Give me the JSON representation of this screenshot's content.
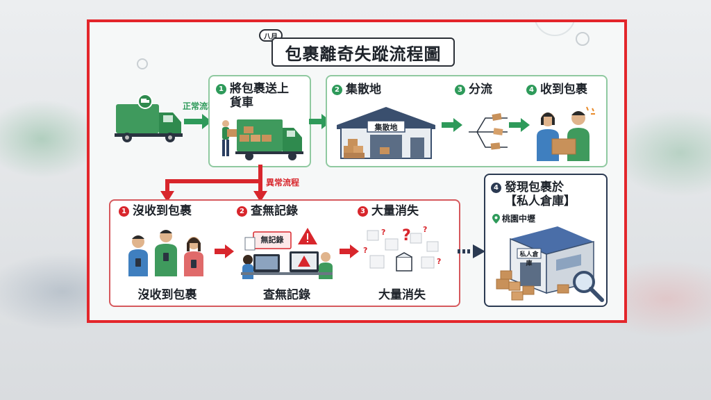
{
  "header": {
    "month_tag": "八月",
    "title": "包裹離奇失蹤流程圖"
  },
  "normal_flow_label": "正常流程",
  "abnormal_flow_label": "異常流程",
  "normal_steps": [
    {
      "num": "1",
      "title_line1": "將包裹送上",
      "title_line2": "貨車"
    },
    {
      "num": "2",
      "title": "集散地",
      "sign": "集散地"
    },
    {
      "num": "3",
      "title": "分流"
    },
    {
      "num": "4",
      "title": "收到包裹"
    }
  ],
  "abnormal_steps": [
    {
      "num": "1",
      "title": "沒收到包裹",
      "caption": "沒收到包裹"
    },
    {
      "num": "2",
      "title": "查無記錄",
      "caption": "查無記錄",
      "doc_label": "無記錄"
    },
    {
      "num": "3",
      "title": "大量消失",
      "caption": "大量消失"
    }
  ],
  "discovery": {
    "num": "4",
    "title_line1": "發現包裹於",
    "title_line2": "【私人倉庫】",
    "location": "桃園中壢",
    "warehouse_sign": "私人倉庫"
  },
  "colors": {
    "frame_red": "#e3262b",
    "flow_green": "#2e9a5a",
    "flow_red": "#d8262c",
    "dark_navy": "#2b3a52"
  }
}
